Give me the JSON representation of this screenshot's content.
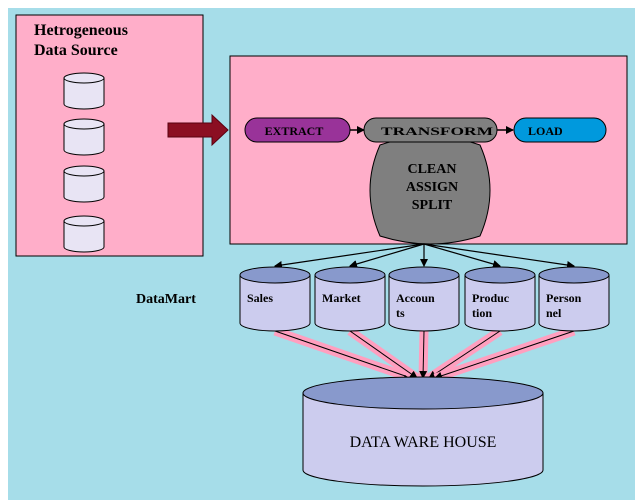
{
  "source": {
    "title_line1": "Hetrogeneous",
    "title_line2": "Data Source",
    "cylinder_count": 4
  },
  "etl": {
    "extract": "EXTRACT",
    "transform": "TRANSFORM",
    "load": "LOAD",
    "ops": [
      "CLEAN",
      "ASSIGN",
      "SPLIT"
    ]
  },
  "datamart": {
    "label": "DataMart",
    "marts": [
      {
        "line1": "Sales",
        "line2": ""
      },
      {
        "line1": "Market",
        "line2": ""
      },
      {
        "line1": "Accoun",
        "line2": "ts"
      },
      {
        "line1": "Produc",
        "line2": "tion"
      },
      {
        "line1": "Person",
        "line2": "nel"
      }
    ]
  },
  "warehouse": {
    "label": "DATA WARE  HOUSE"
  },
  "colors": {
    "background": "#a6dde9",
    "panel_fill": "#ffaec9",
    "arrow_dark_red": "#8b0f22",
    "extract_fill": "#993399",
    "transform_fill": "#808080",
    "load_fill": "#0099dd",
    "cylinder_fill": "#ccccee",
    "cylinder_top": "#8899cc"
  }
}
